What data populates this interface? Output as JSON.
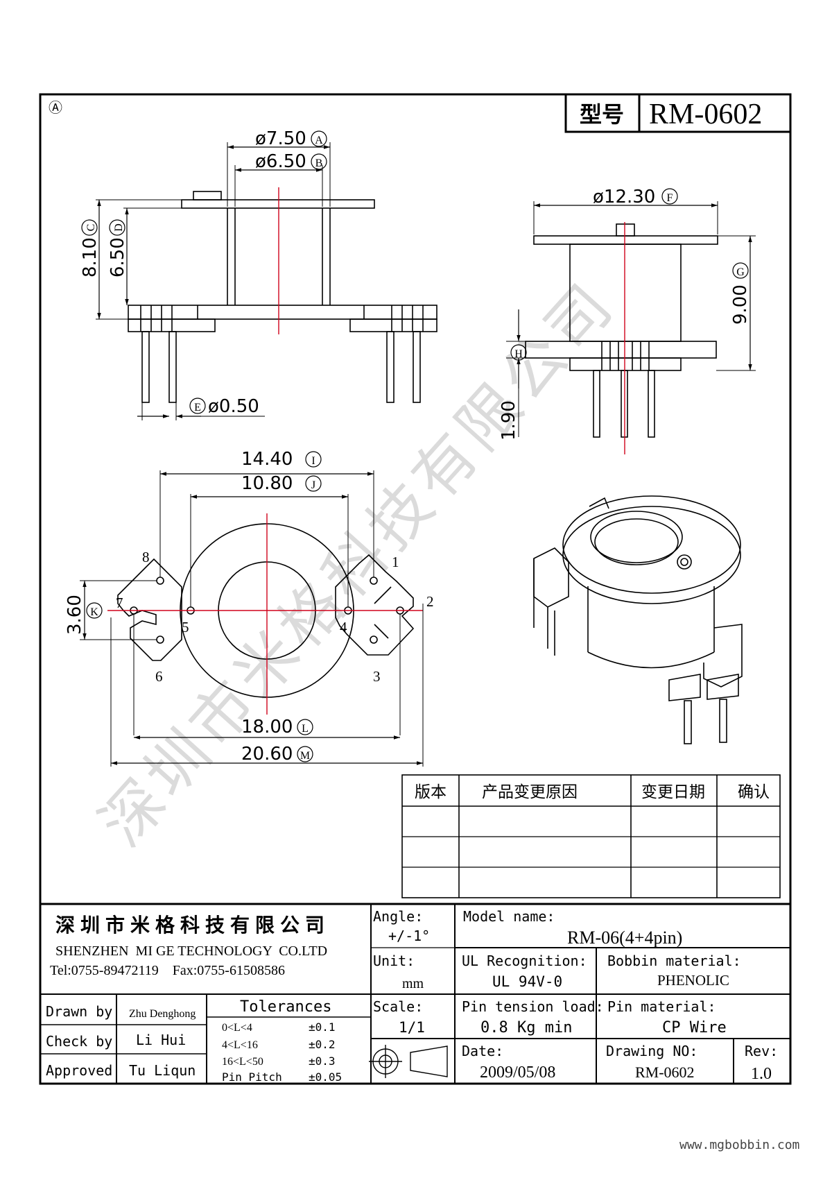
{
  "title_box": {
    "label": "型号",
    "model": "RM-0602"
  },
  "sheet_tag": "Ⓐ",
  "watermark": "深圳市米格科技有限公司",
  "footer_url": "www.mgbobbin.com",
  "dims": {
    "a": "ø7.50",
    "a_tag": "A",
    "b": "ø6.50",
    "b_tag": "B",
    "c": "8.10",
    "c_tag": "C",
    "d": "6.50",
    "d_tag": "D",
    "e_tag": "E",
    "e": "ø0.50",
    "f": "ø12.30",
    "f_tag": "F",
    "g": "9.00",
    "g_tag": "G",
    "h_tag": "H",
    "h": "1.90",
    "i": "14.40",
    "i_tag": "I",
    "j": "10.80",
    "j_tag": "J",
    "k": "3.60",
    "k_tag": "K",
    "l": "18.00",
    "l_tag": "L",
    "m": "20.60",
    "m_tag": "M"
  },
  "pins": [
    "1",
    "2",
    "3",
    "4",
    "5",
    "6",
    "7",
    "8"
  ],
  "revision_table": {
    "headers": [
      "版本",
      "产品变更原因",
      "变更日期",
      "确认"
    ],
    "rows": [
      [
        "",
        "",
        "",
        ""
      ],
      [
        "",
        "",
        "",
        ""
      ],
      [
        "",
        "",
        "",
        ""
      ]
    ]
  },
  "company": {
    "name_cn": "深圳市米格科技有限公司",
    "name_en": "SHENZHEN  MI GE TECHNOLOGY  CO.LTD",
    "contact": "Tel:0755-89472119    Fax:0755-61508586"
  },
  "angle": {
    "label": "Angle:",
    "value": "+/-1°"
  },
  "model_name": {
    "label": "Model name:",
    "value": "RM-06(4+4pin)"
  },
  "unit": {
    "label": "Unit:",
    "value": "mm"
  },
  "ul": {
    "label": "UL Recognition:",
    "value": "UL 94V-0"
  },
  "bobbin_material": {
    "label": "Bobbin material:",
    "value": "PHENOLIC"
  },
  "scale": {
    "label": "Scale:",
    "value": "1/1"
  },
  "pin_tension": {
    "label": "Pin tension load:",
    "value": "0.8 Kg min"
  },
  "pin_material": {
    "label": "Pin material:",
    "value": "CP Wire"
  },
  "date": {
    "label": "Date:",
    "value": "2009/05/08"
  },
  "drawing_no": {
    "label": "Drawing NO:",
    "value": "RM-0602"
  },
  "rev": {
    "label": "Rev:",
    "value": "1.0"
  },
  "people": {
    "drawn_label": "Drawn by",
    "drawn_value": "Zhu Denghong",
    "check_label": "Check by",
    "check_value": "Li Hui",
    "approved_label": "Approved",
    "approved_value": "Tu Liqun"
  },
  "tolerances": {
    "title": "Tolerances",
    "rows": [
      {
        "range": "0<L<4",
        "tol": "±0.1"
      },
      {
        "range": "4<L<16",
        "tol": "±0.2"
      },
      {
        "range": "16<L<50",
        "tol": "±0.3"
      },
      {
        "range": "Pin Pitch",
        "tol": "±0.05"
      }
    ]
  }
}
